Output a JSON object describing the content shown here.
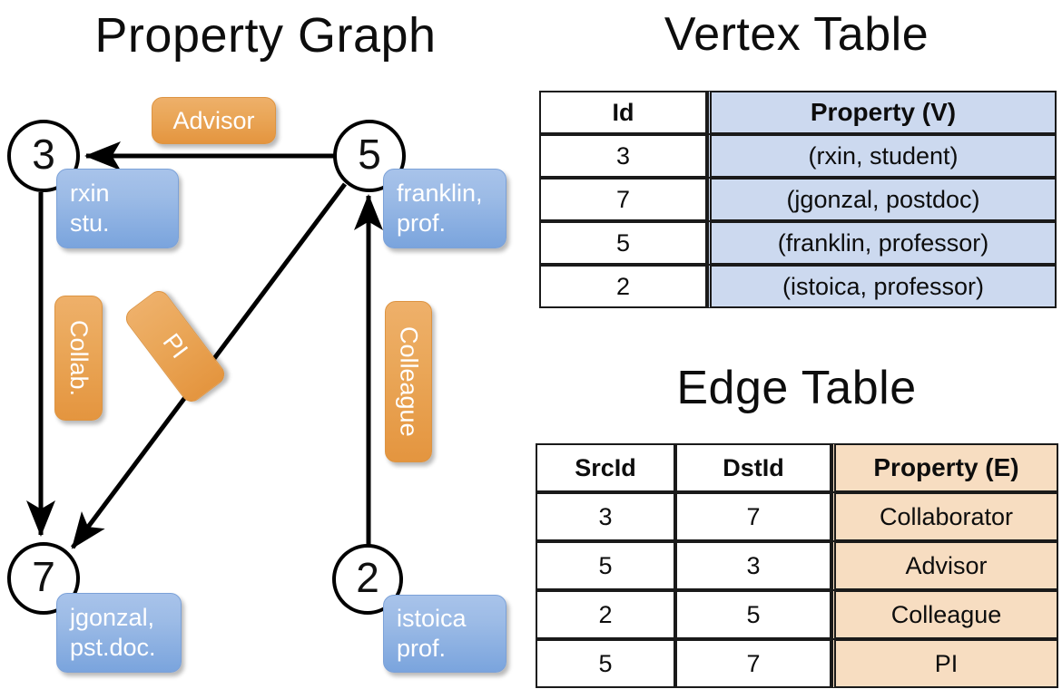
{
  "titles": {
    "property_graph": "Property Graph",
    "vertex_table": "Vertex Table",
    "edge_table": "Edge Table"
  },
  "graph": {
    "nodes": [
      {
        "id": "3",
        "label": "3"
      },
      {
        "id": "5",
        "label": "5"
      },
      {
        "id": "7",
        "label": "7"
      },
      {
        "id": "2",
        "label": "2"
      }
    ],
    "vertex_callouts": [
      {
        "node": "3",
        "line1": "rxin",
        "line2": "stu."
      },
      {
        "node": "5",
        "line1": "franklin,",
        "line2": "prof."
      },
      {
        "node": "7",
        "line1": "jgonzal,",
        "line2": "pst.doc."
      },
      {
        "node": "2",
        "line1": "istoica",
        "line2": "prof."
      }
    ],
    "edge_callouts": [
      {
        "edge": "5->3",
        "label": "Advisor"
      },
      {
        "edge": "3->7",
        "label": "Collab."
      },
      {
        "edge": "5->7",
        "label": "PI"
      },
      {
        "edge": "2->5",
        "label": "Colleague"
      }
    ]
  },
  "vertex_table": {
    "headers": [
      "Id",
      "Property (V)"
    ],
    "rows": [
      {
        "id": "3",
        "property": "(rxin, student)"
      },
      {
        "id": "7",
        "property": "(jgonzal, postdoc)"
      },
      {
        "id": "5",
        "property": "(franklin, professor)"
      },
      {
        "id": "2",
        "property": "(istoica, professor)"
      }
    ]
  },
  "edge_table": {
    "headers": [
      "SrcId",
      "DstId",
      "Property (E)"
    ],
    "rows": [
      {
        "src": "3",
        "dst": "7",
        "property": "Collaborator"
      },
      {
        "src": "5",
        "dst": "3",
        "property": "Advisor"
      },
      {
        "src": "2",
        "dst": "5",
        "property": "Colleague"
      },
      {
        "src": "5",
        "dst": "7",
        "property": "PI"
      }
    ]
  },
  "colors": {
    "vertex_callout": "#9cbbe6",
    "edge_callout": "#eaa759",
    "vertex_table_fill": "#ccd9ef",
    "edge_table_fill": "#f7ddc1",
    "stroke": "#000000",
    "background": "#ffffff"
  }
}
